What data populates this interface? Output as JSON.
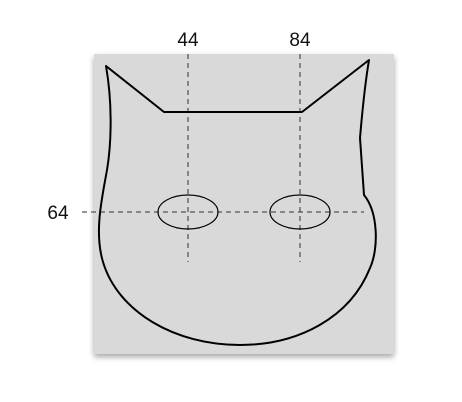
{
  "diagram": {
    "labels": {
      "left_eye_x": "44",
      "right_eye_x": "84",
      "eye_line_y": "64"
    },
    "colors": {
      "panel_fill": "#d9d9d9",
      "outline": "#000000",
      "guide": "#333333"
    }
  }
}
